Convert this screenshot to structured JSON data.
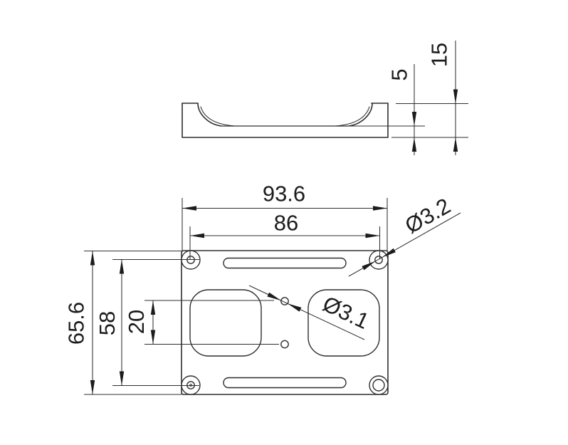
{
  "drawing": {
    "kind": "2D CAD part drawing, two orthographic views",
    "colors": {
      "line": "#2f2f2f",
      "text": "#1c1c1c",
      "background": "#ffffff"
    },
    "side_view": {
      "dim_floor_thickness": "5",
      "dim_total_height": "15"
    },
    "plan_view": {
      "dim_overall_width": "93.6",
      "dim_inner_span": "86",
      "dim_overall_height": "65.6",
      "dim_hole_rows_span": "58",
      "dim_center_holes_span": "20",
      "label_corner_hole_diameter": "Ø3.2",
      "label_center_hole_diameter": "Ø3.1"
    }
  }
}
